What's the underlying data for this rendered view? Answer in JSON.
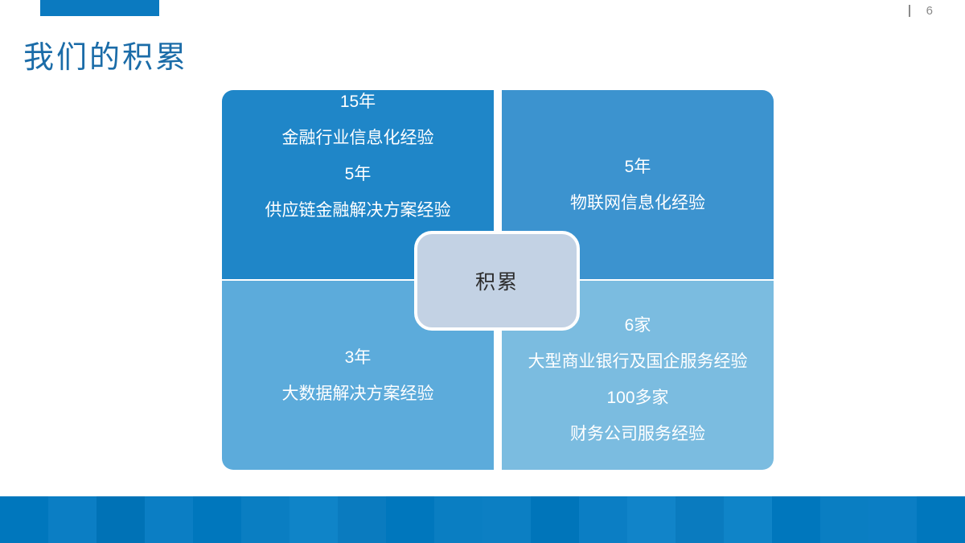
{
  "slide": {
    "page_number": "6",
    "title": "我们的积累",
    "accent_color": "#0b7ac0",
    "title_color": "#1b6ca8"
  },
  "diagram": {
    "hub": {
      "label": "积累",
      "fill": "#c3d2e4",
      "text_color": "#2b2b2b"
    },
    "quadrants": [
      {
        "id": "top-left",
        "fill": "#1f86c8",
        "lines": [
          "15年",
          "金融行业信息化经验",
          "5年",
          "供应链金融解决方案经验"
        ]
      },
      {
        "id": "top-right",
        "fill": "#3c93cf",
        "lines": [
          "5年",
          "物联网信息化经验"
        ]
      },
      {
        "id": "bottom-left",
        "fill": "#5cabdb",
        "lines": [
          "3年",
          "大数据解决方案经验"
        ]
      },
      {
        "id": "bottom-right",
        "fill": "#7bbce0",
        "lines": [
          "6家",
          "大型商业银行及国企服务经验",
          "100多家",
          "财务公司服务经验"
        ]
      }
    ]
  },
  "footer": {
    "banner_color": "#0077bd",
    "stripe_colors": [
      "#0077bd",
      "#0b7ec4",
      "#0072b6",
      "#0b7ec4",
      "#0077bd",
      "#0a7ec2",
      "#0f84c8",
      "#0a7bbf",
      "#0077bd",
      "#0a7ec2",
      "#0c7fc3",
      "#0075ba",
      "#0b7ec4",
      "#1184c9",
      "#0a7bbf",
      "#0f84c8",
      "#0077bd",
      "#0a7ec2",
      "#0b7ec4",
      "#0077bd"
    ]
  }
}
